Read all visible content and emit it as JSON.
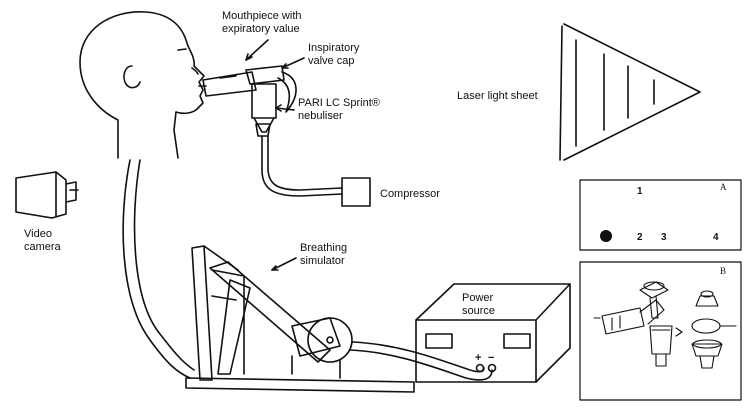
{
  "labels": {
    "mouthpiece_line1": "Mouthpiece with",
    "mouthpiece_line2": "expiratory value",
    "inspiratory_line1": "Inspiratory",
    "inspiratory_line2": "valve cap",
    "nebuliser_line1": "PARI LC Sprint®",
    "nebuliser_line2": "nebuliser",
    "compressor": "Compressor",
    "laser": "Laser light sheet",
    "video_line1": "Video",
    "video_line2": "camera",
    "breathing_line1": "Breathing",
    "breathing_line2": "simulator",
    "power_line1": "Power",
    "power_line2": "source",
    "plus": "+",
    "minus": "−"
  },
  "panel_a": {
    "letter": "A",
    "numbers": [
      "1",
      "2",
      "3",
      "4"
    ]
  },
  "panel_b": {
    "letter": "B"
  }
}
